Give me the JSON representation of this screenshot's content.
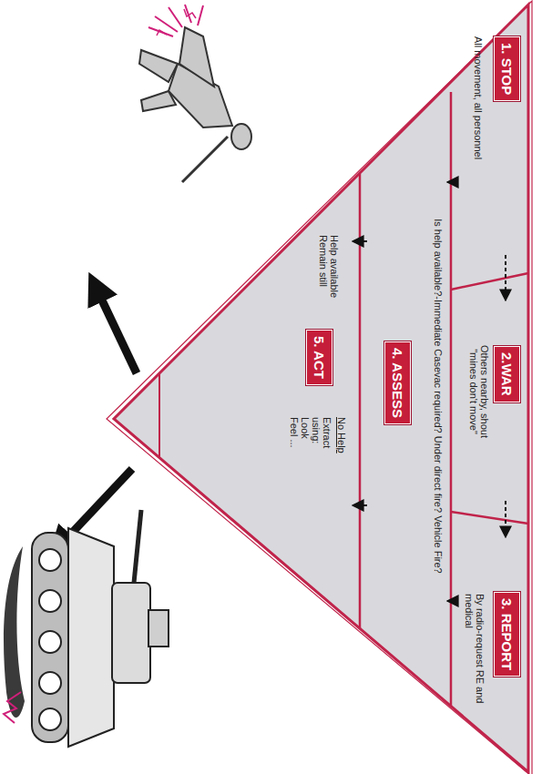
{
  "diagram": {
    "nodes": [
      {
        "text": [
          "1. STOP",
          "All movement, all personnel"
        ]
      },
      {
        "text": [
          "2.WAR",
          "Others nearby, shout \"mines don't move\""
        ]
      },
      {
        "text": [
          "3. REPORT",
          "By radio-request RE and medical"
        ]
      },
      {
        "text": [
          "4. ASSESS",
          "Is help available?-Immediate Casevac required? Under direct fire? Vehicle Fire?"
        ]
      },
      {
        "text": [
          "5. ACT",
          "Help available Remain still",
          "No Help",
          "Extract using: Look Feel ..."
        ]
      }
    ],
    "edges": [
      {
        "from": 0,
        "to": 1,
        "arrow": "to"
      },
      {
        "from": 1,
        "to": 2,
        "arrow": "to"
      },
      {
        "from": 0,
        "to": 3,
        "arrow": "to"
      },
      {
        "from": 2,
        "to": 3,
        "arrow": "to"
      },
      {
        "from": 3,
        "to": 4,
        "arrow": "to"
      },
      {
        "from": 3,
        "to": 4,
        "arrow": "to"
      }
    ]
  }
}
